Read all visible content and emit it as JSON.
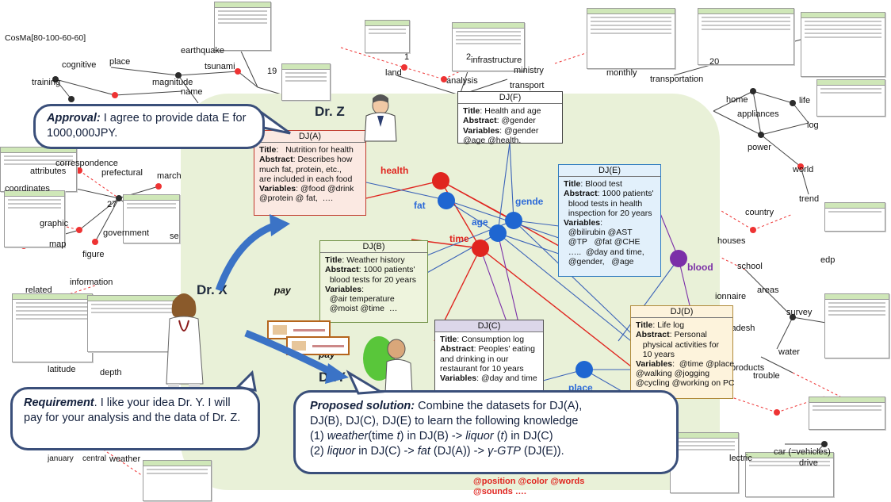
{
  "header_label": "CosMa[80-100-60-60]",
  "keywords": [
    "cognitive",
    "place",
    "earthquake",
    "training",
    "magnitude",
    "tsunami",
    "name",
    "land",
    "analysis",
    "infrastructure",
    "ministry",
    "transport",
    "monthly",
    "transportation",
    "home",
    "life",
    "appliances",
    "log",
    "power",
    "world",
    "trend",
    "country",
    "houses",
    "school",
    "edp",
    "correspondence",
    "attributes",
    "prefectural",
    "march",
    "coordinates",
    "graphic",
    "government",
    "map",
    "figure",
    "information",
    "related",
    "latitude",
    "depth",
    "january",
    "central",
    "weather",
    "areas",
    "water",
    "survey",
    "trouble",
    "products",
    "lectric",
    "car (=vehicles)",
    "drive",
    "ionnaire",
    "ladesh",
    "se"
  ],
  "numbers": [
    "19",
    "20",
    "27",
    "2",
    "1"
  ],
  "doctors": {
    "z": "Dr. Z",
    "x": "Dr. X",
    "y": "Dr.Y"
  },
  "pay_label": "pay",
  "approval": {
    "label": "Approval:",
    "text": " I agree to provide data E for 1000,000JPY."
  },
  "requirement": {
    "label": "Requirement",
    "text": ". I like your idea Dr. Y. I will pay for your analysis and the data of Dr. Z."
  },
  "proposal": {
    "label": "Proposed solution:",
    "line1": " Combine the datasets for DJ(A),",
    "line2": "DJ(B), DJ(C), DJ(E) to learn the following knowledge",
    "l3a": "(1) ",
    "l3b": "weather",
    "l3c": "(time  ",
    "l3d": "t",
    "l3e": ") in DJ(B) -> ",
    "l3f": "liquor",
    "l3g": " (",
    "l3h": "t",
    "l3i": ") in DJ(C)",
    "l4a": "(2) ",
    "l4b": "liquor",
    "l4c": " in DJ(C) -> ",
    "l4d": "fat",
    "l4e": " (DJ(A)) -> ",
    "l4f": "γ-GTP",
    "l4g": " (DJ(E))."
  },
  "nodes": {
    "health": "health",
    "fat": "fat",
    "gender": "gende",
    "age": "age",
    "time": "time",
    "blood": "blood",
    "place": "place"
  },
  "datasets": {
    "A": {
      "title": "DJ(A)",
      "lines": [
        {
          "k": "Title",
          "v": ":   Nutrition for health"
        },
        {
          "k": "Abstract",
          "v": ": Describes how"
        },
        {
          "k": "",
          "v": "much fat, protein, etc.,"
        },
        {
          "k": "",
          "v": "are included in each food"
        },
        {
          "k": "Variables",
          "v": ": @food @drink"
        },
        {
          "k": "",
          "v": "@protein @ fat,  …."
        }
      ]
    },
    "B": {
      "title": "DJ(B)",
      "lines": [
        {
          "k": "Title",
          "v": ": Weather history"
        },
        {
          "k": "Abstract",
          "v": ": 1000 patients'"
        },
        {
          "k": "",
          "v": "  blood tests for 20 years"
        },
        {
          "k": "Variables",
          "v": ":"
        },
        {
          "k": "",
          "v": "  @air temperature"
        },
        {
          "k": "",
          "v": "  @moist @time  …"
        }
      ]
    },
    "C": {
      "title": "DJ(C)",
      "lines": [
        {
          "k": "Title",
          "v": ": Consumption log"
        },
        {
          "k": "Abstract",
          "v": ": Peoples' eating"
        },
        {
          "k": "",
          "v": "and drinking in our"
        },
        {
          "k": "",
          "v": "restaurant for 10 years"
        },
        {
          "k": "Variables",
          "v": ": @day and time"
        }
      ]
    },
    "D": {
      "title": "DJ(D)",
      "lines": [
        {
          "k": "Title",
          "v": ": Life log"
        },
        {
          "k": "Abstract",
          "v": ": Personal"
        },
        {
          "k": "",
          "v": "   physical activities for"
        },
        {
          "k": "",
          "v": "   10 years"
        },
        {
          "k": "Variables",
          "v": ":  @time @place"
        },
        {
          "k": "",
          "v": "@walking @jogging"
        },
        {
          "k": "",
          "v": "@cycling @working on PC"
        }
      ]
    },
    "E": {
      "title": "DJ(E)",
      "lines": [
        {
          "k": "Title",
          "v": ": Blood test"
        },
        {
          "k": "Abstract",
          "v": ": 1000 patients'"
        },
        {
          "k": "",
          "v": "  blood tests in health"
        },
        {
          "k": "",
          "v": "  inspection for 20 years"
        },
        {
          "k": "Variables",
          "v": ":"
        },
        {
          "k": "",
          "v": "  @bilirubin @AST"
        },
        {
          "k": "",
          "v": "  @TP   @fat @CHE"
        },
        {
          "k": "",
          "v": "  …..  @day and time,"
        },
        {
          "k": "",
          "v": "  @gender,   @age"
        }
      ]
    },
    "F": {
      "title": "DJ(F)",
      "lines": [
        {
          "k": "Title",
          "v": ": Health and age"
        },
        {
          "k": "Abstract",
          "v": ": @gender"
        },
        {
          "k": "Variables",
          "v": ": @gender"
        },
        {
          "k": "",
          "v": "@age @health."
        }
      ]
    }
  },
  "hidden_vars": {
    "line1": "@position @color @words",
    "line2": "@sounds   …."
  },
  "colors": {
    "red": "#e0251f",
    "blue": "#1f66d1",
    "purple": "#7b2fa8",
    "green_bg": "#e9f1d8",
    "bubble_border": "#3a4f7a",
    "arrow": "#3b73c6"
  }
}
